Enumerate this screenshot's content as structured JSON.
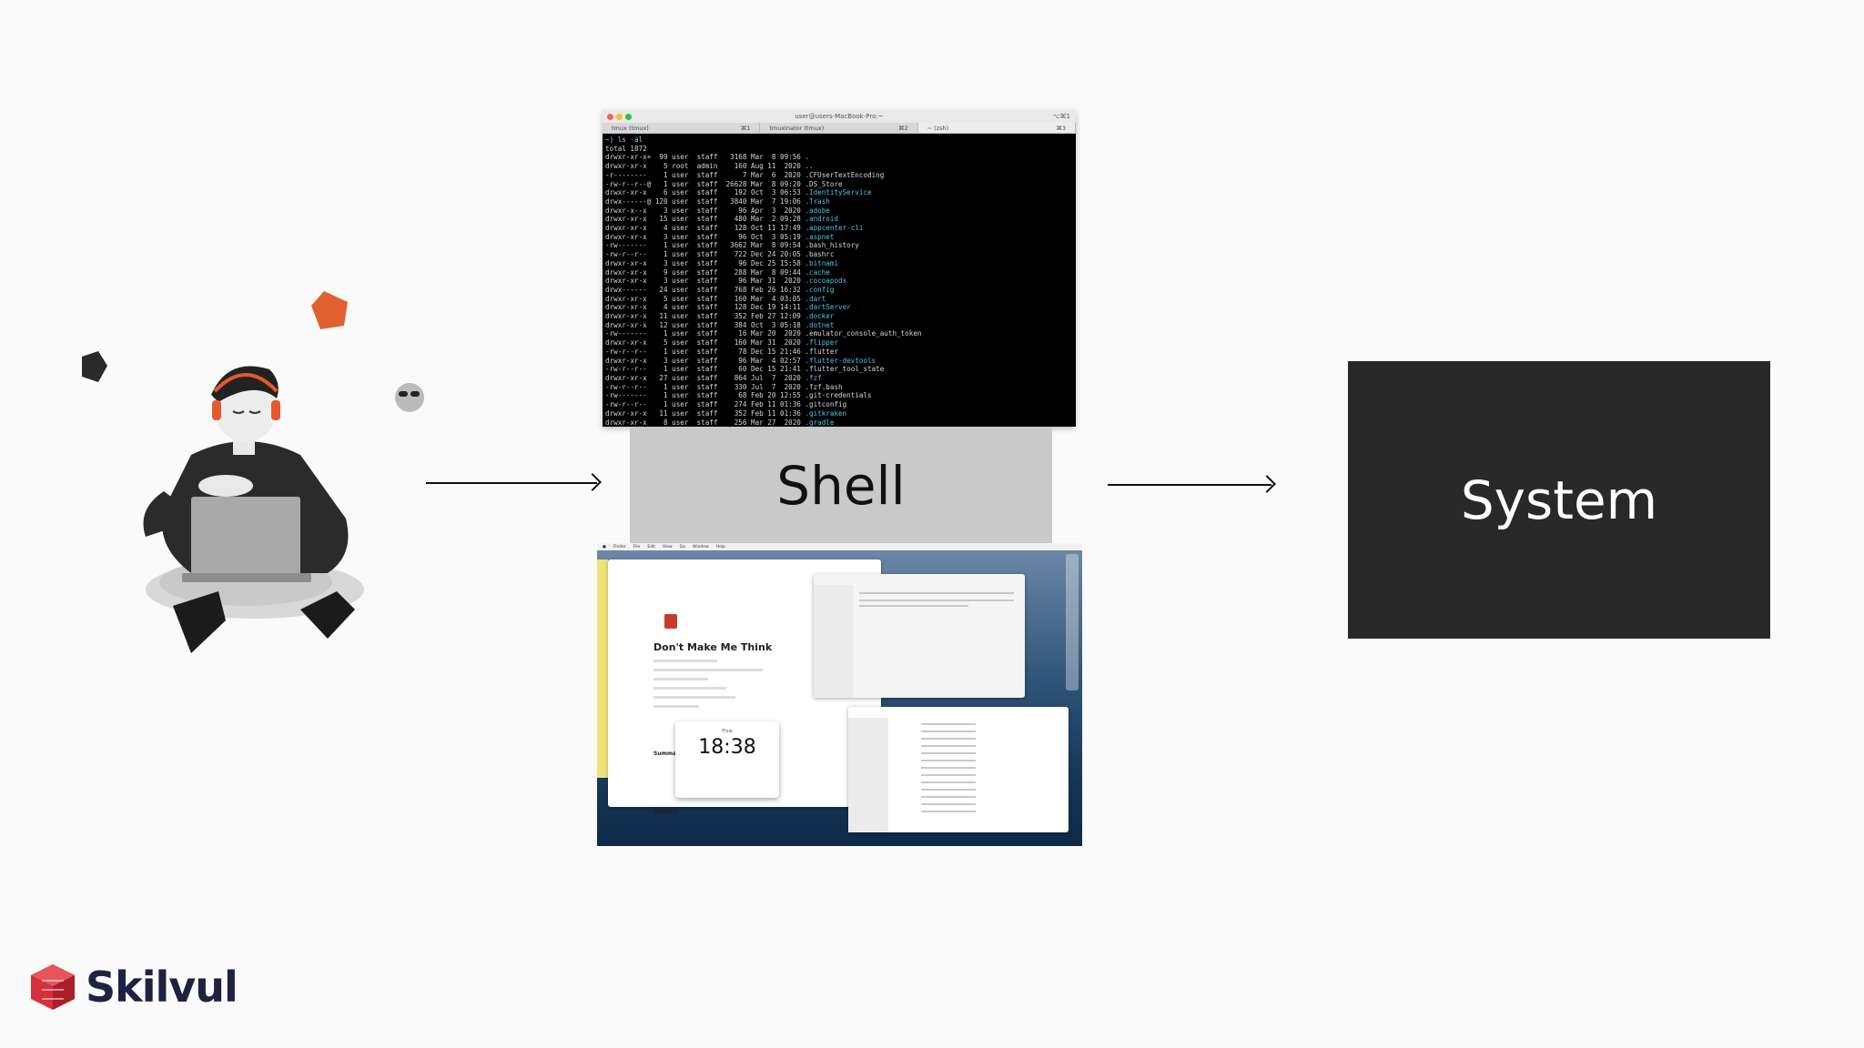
{
  "diagram": {
    "shell_label": "Shell",
    "system_label": "System"
  },
  "terminal": {
    "title": "user@users-MacBook-Pro:~",
    "shortcut": "⌥⌘1",
    "tabs": [
      {
        "label": "tmux (tmux)",
        "shortcut": "⌘1"
      },
      {
        "label": "tmuxinator (tmux)",
        "shortcut": "⌘2"
      },
      {
        "label": "~ (zsh)",
        "shortcut": "⌘3"
      }
    ],
    "lines": [
      {
        "text": "~) ls -al",
        "hl": false,
        "prompt": true
      },
      {
        "text": "total 1872",
        "hl": false
      },
      {
        "text": "drwxr-xr-x+  99 user  staff   3168 Mar  8 09:56 .",
        "hl": false
      },
      {
        "text": "drwxr-xr-x    5 root  admin    160 Aug 11  2020 ..",
        "hl": false
      },
      {
        "text": "-r--------    1 user  staff      7 Mar  6  2020 .CFUserTextEncoding",
        "hl": false
      },
      {
        "text": "-rw-r--r--@   1 user  staff  26628 Mar  8 09:20 .DS_Store",
        "hl": false
      },
      {
        "text": "drwxr-xr-x    6 user  staff    192 Oct  3 06:53 .IdentityService",
        "hl": true
      },
      {
        "text": "drwx------@ 120 user  staff   3840 Mar  7 19:06 .Trash",
        "hl": true
      },
      {
        "text": "drwxr-x--x    3 user  staff     96 Apr  3  2020 .adobe",
        "hl": true
      },
      {
        "text": "drwxr-xr-x   15 user  staff    480 Mar  2 09:28 .android",
        "hl": true
      },
      {
        "text": "drwxr-xr-x    4 user  staff    128 Oct 11 17:49 .appcenter-cli",
        "hl": true
      },
      {
        "text": "drwxr-xr-x    3 user  staff     96 Oct  3 05:19 .aspnet",
        "hl": true
      },
      {
        "text": "-rw-------    1 user  staff   3662 Mar  8 09:54 .bash_history",
        "hl": false
      },
      {
        "text": "-rw-r--r--    1 user  staff    722 Dec 24 20:05 .bashrc",
        "hl": false
      },
      {
        "text": "drwxr-xr-x    3 user  staff     96 Dec 25 15:58 .bitnami",
        "hl": true
      },
      {
        "text": "drwxr-xr-x    9 user  staff    288 Mar  8 09:44 .cache",
        "hl": true
      },
      {
        "text": "drwxr-xr-x    3 user  staff     96 Mar 31  2020 .cocoapods",
        "hl": true
      },
      {
        "text": "drwx------   24 user  staff    768 Feb 26 16:32 .config",
        "hl": true
      },
      {
        "text": "drwxr-xr-x    5 user  staff    160 Mar  4 03:05 .dart",
        "hl": true
      },
      {
        "text": "drwxr-xr-x    4 user  staff    128 Dec 19 14:11 .dartServer",
        "hl": true
      },
      {
        "text": "drwxr-xr-x   11 user  staff    352 Feb 27 12:09 .docker",
        "hl": true
      },
      {
        "text": "drwxr-xr-x   12 user  staff    384 Oct  3 05:18 .dotnet",
        "hl": true
      },
      {
        "text": "-rw-------    1 user  staff     16 Mar 20  2020 .emulator_console_auth_token",
        "hl": false
      },
      {
        "text": "drwxr-xr-x    5 user  staff    160 Mar 31  2020 .flipper",
        "hl": true
      },
      {
        "text": "-rw-r--r--    1 user  staff     78 Dec 15 21:46 .flutter",
        "hl": false
      },
      {
        "text": "drwxr-xr-x    3 user  staff     96 Mar  4 02:57 .flutter-devtools",
        "hl": true
      },
      {
        "text": "-rw-r--r--    1 user  staff     60 Dec 15 21:41 .flutter_tool_state",
        "hl": false
      },
      {
        "text": "drwxr-xr-x   27 user  staff    864 Jul  7  2020 .fzf",
        "hl": true
      },
      {
        "text": "-rw-r--r--    1 user  staff    330 Jul  7  2020 .fzf.bash",
        "hl": false
      },
      {
        "text": "-rw-------    1 user  staff     68 Feb 20 12:55 .git-credentials",
        "hl": false
      },
      {
        "text": "-rw-r--r--    1 user  staff    274 Feb 11 01:36 .gitconfig",
        "hl": false
      },
      {
        "text": "drwxr-xr-x   11 user  staff    352 Feb 11 01:36 .gitkraken",
        "hl": true
      },
      {
        "text": "drwxr-xr-x    8 user  staff    256 Mar 27  2020 .gradle",
        "hl": true
      }
    ]
  },
  "desktop": {
    "menubar": [
      "Finder",
      "File",
      "Edit",
      "View",
      "Go",
      "Window",
      "Help"
    ],
    "notion_title": "Don't Make Me Think",
    "notion_summary": "Summary",
    "notion_notes": "Notes",
    "clock_label": "Flow",
    "clock_time": "18:38"
  },
  "logo": {
    "text": "Skilvul",
    "color": "#1d2240",
    "accent": "#d4303a"
  }
}
